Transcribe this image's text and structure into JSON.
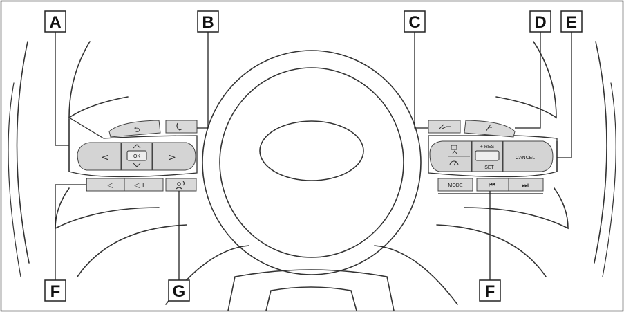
{
  "callouts": {
    "a": "A",
    "b": "B",
    "c": "C",
    "d": "D",
    "e": "E",
    "f_left": "F",
    "f_right": "F",
    "g": "G"
  },
  "buttons": {
    "ok": "OK",
    "volume_down": "−◁",
    "volume_up": "◁+",
    "mode": "MODE",
    "res": "+ RES",
    "set": "− SET",
    "cancel": "CANCEL",
    "prev_arrow": "<",
    "next_arrow": ">",
    "back_glyph": "⮌",
    "seek_prev": "⏮",
    "seek_next": "⏭"
  },
  "icons": [
    "steering-wheel-icon",
    "back-icon",
    "phone-icon",
    "lane-assist-icon",
    "cruise-distance-icon",
    "voice-icon",
    "radar-cruise-icon",
    "speedometer-icon"
  ]
}
